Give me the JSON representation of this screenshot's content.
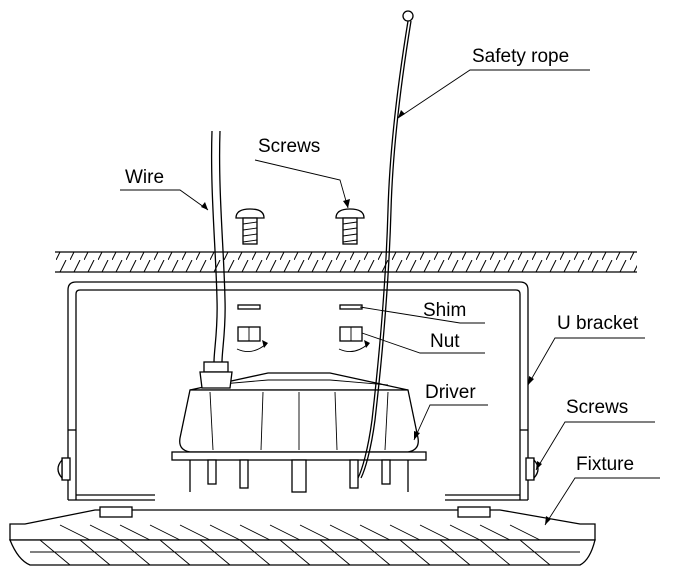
{
  "labels": {
    "safety_rope": "Safety rope",
    "screws_top": "Screws",
    "wire": "Wire",
    "shim": "Shim",
    "nut": "Nut",
    "u_bracket": "U bracket",
    "driver": "Driver",
    "screws_side": "Screws",
    "fixture": "Fixture"
  },
  "colors": {
    "line": "#000000",
    "background": "#ffffff"
  }
}
